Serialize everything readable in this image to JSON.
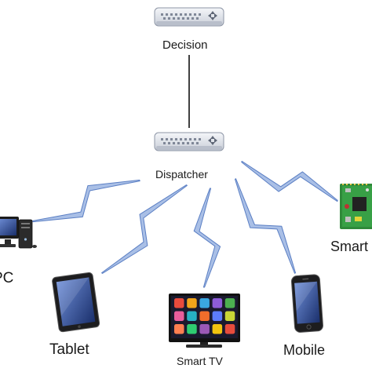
{
  "diagram": {
    "nodes": {
      "decision": {
        "label": "Decision",
        "icon": "router-icon"
      },
      "dispatcher": {
        "label": "Dispatcher",
        "icon": "router-icon"
      },
      "pc": {
        "label": "PC",
        "icon": "desktop-pc-icon"
      },
      "tablet": {
        "label": "Tablet",
        "icon": "tablet-icon"
      },
      "smart_tv": {
        "label": "Smart TV",
        "icon": "smart-tv-icon"
      },
      "mobile": {
        "label": "Mobile",
        "icon": "smartphone-icon"
      },
      "smart_device": {
        "label": "Smart",
        "icon": "circuit-board-icon"
      }
    },
    "edges": [
      {
        "from": "decision",
        "to": "dispatcher",
        "style": "wired"
      },
      {
        "from": "dispatcher",
        "to": "pc",
        "style": "wireless"
      },
      {
        "from": "dispatcher",
        "to": "tablet",
        "style": "wireless"
      },
      {
        "from": "dispatcher",
        "to": "smart_tv",
        "style": "wireless"
      },
      {
        "from": "dispatcher",
        "to": "mobile",
        "style": "wireless"
      },
      {
        "from": "dispatcher",
        "to": "smart_device",
        "style": "wireless"
      }
    ],
    "colors": {
      "wireless_fill": "#a9bfe6",
      "wireless_stroke": "#5b7fc4",
      "wire": "#111111",
      "router_body": "#dfe3ea"
    }
  }
}
